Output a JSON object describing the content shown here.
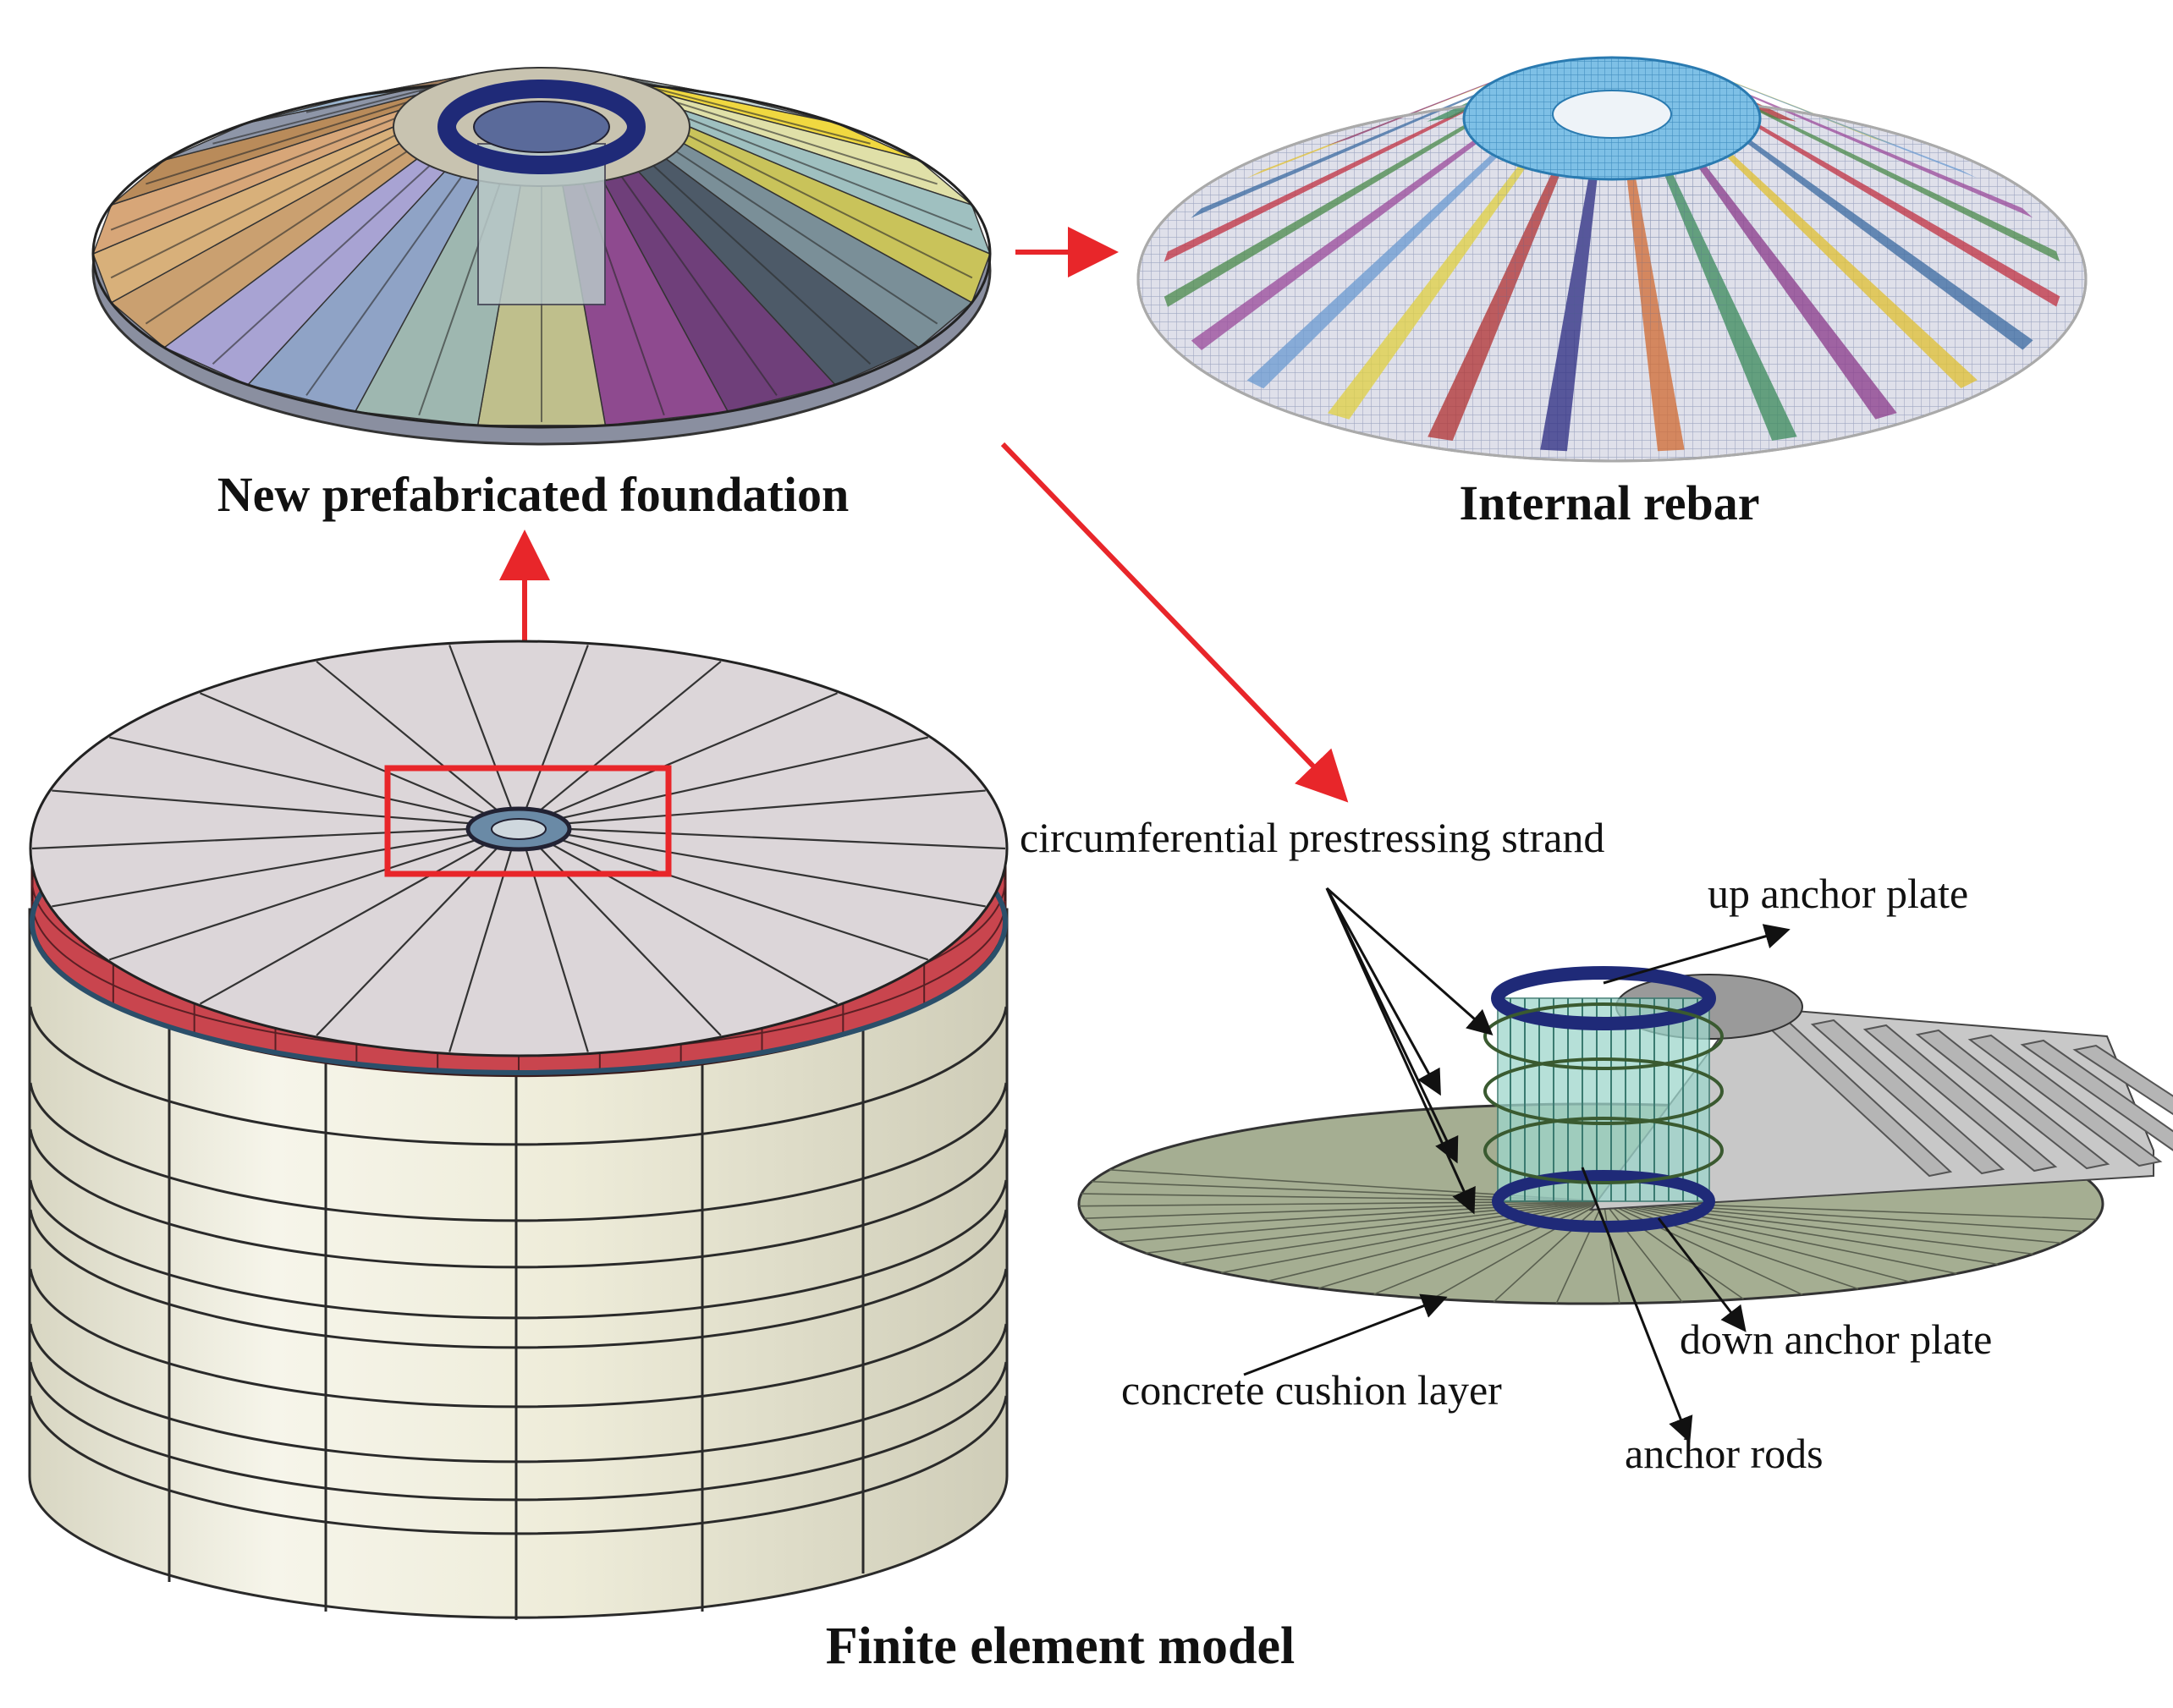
{
  "captions": {
    "foundation": "New prefabricated foundation",
    "rebar": "Internal rebar",
    "fem": "Finite element model"
  },
  "labels": {
    "strand": "circumferential prestressing strand",
    "up_plate": "up anchor plate",
    "down_plate": "down anchor plate",
    "cushion": "concrete cushion layer",
    "rods": "anchor rods"
  },
  "colors": {
    "arrow": "#e8262a",
    "highlight_box": "#e8262a",
    "cylinder": "#eae8d6",
    "cylinder_lines": "#2a2a2a",
    "top_disk": "#dcd6d9",
    "red_band": "#c9454e",
    "anchor_ring": "#1f2a78",
    "cushion": "#a5ae92",
    "rebar_core": "#4aa6d8"
  },
  "foundation_segment_colors": [
    "#c9c35a",
    "#7a8f98",
    "#4d5a68",
    "#6f3f7a",
    "#8e4a8f",
    "#bfbf8c",
    "#9eb7b0",
    "#8fa3c6",
    "#a8a3d3",
    "#caa070",
    "#d8b07a",
    "#d7a678",
    "#b98b5a",
    "#8e96a8",
    "#9bb5cf",
    "#a58060",
    "#c07858",
    "#d08a7a",
    "#c8d8d8",
    "#f0d840",
    "#e0e0a8",
    "#9fc0c0"
  ],
  "rebar_stripe_colors": [
    "#c03040",
    "#3a6aa0",
    "#e0c030",
    "#8a3a8a",
    "#3a8a5a",
    "#d06a30",
    "#2a2a80",
    "#b03030",
    "#e0d040",
    "#6a9ad0",
    "#9a4a9a",
    "#4a8a4a"
  ]
}
